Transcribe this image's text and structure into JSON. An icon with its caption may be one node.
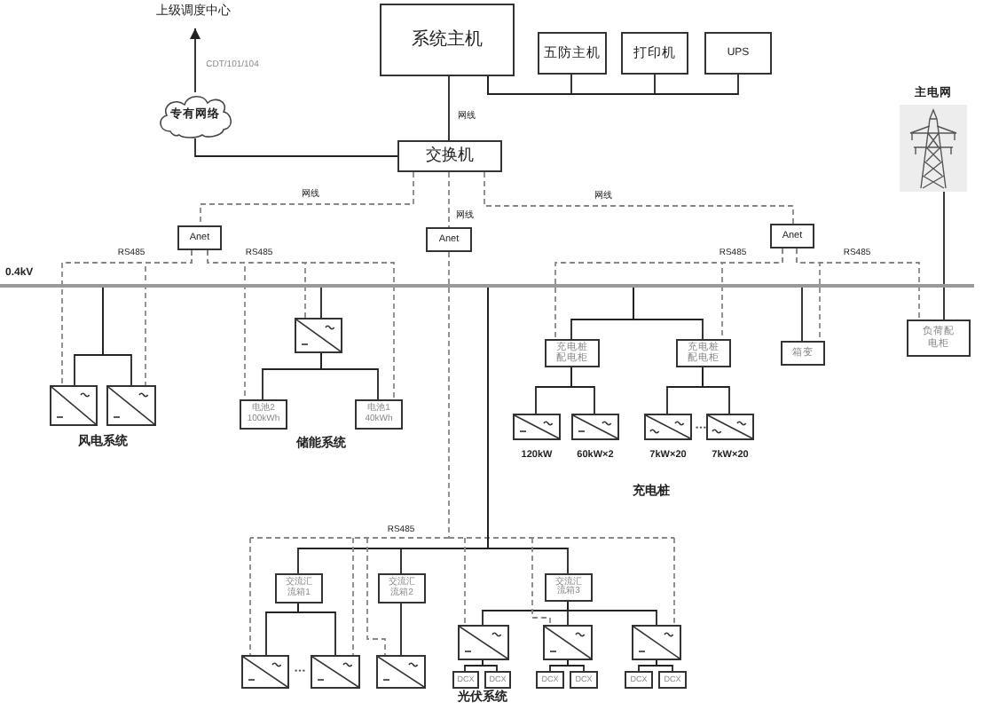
{
  "diagram": {
    "nodes": [
      {
        "text": [
          "上级调度中心"
        ]
      },
      {
        "text": [
          "专有网络"
        ]
      },
      {
        "text": [
          "系统主机"
        ]
      },
      {
        "text": [
          "五防主机"
        ]
      },
      {
        "text": [
          "打印机"
        ]
      },
      {
        "text": [
          "UPS"
        ]
      },
      {
        "text": [
          "交换机"
        ]
      },
      {
        "text": [
          "主电网"
        ]
      },
      {
        "text": [
          "Anet"
        ]
      },
      {
        "text": [
          "Anet"
        ]
      },
      {
        "text": [
          "Anet"
        ]
      },
      {
        "text": [
          "0.4kV"
        ]
      },
      {
        "text": [],
        "shape": "box"
      },
      {
        "text": [],
        "shape": "box"
      },
      {
        "text": [],
        "shape": "box"
      },
      {
        "text": [
          "电池2 100kWh"
        ]
      },
      {
        "text": [
          "电池1 40kWh"
        ]
      },
      {
        "text": [
          "充电桩配电柜"
        ]
      },
      {
        "text": [
          "充电桩配电柜"
        ]
      },
      {
        "text": [
          "箱变"
        ]
      },
      {
        "text": [
          "负荷配电柜"
        ]
      },
      {
        "text": [],
        "shape": "box",
        "beside": [
          "120kW"
        ]
      },
      {
        "text": [],
        "shape": "box",
        "beside": [
          "60kW×2"
        ]
      },
      {
        "text": [],
        "shape": "box",
        "beside": [
          "7kW×20"
        ]
      },
      {
        "text": [],
        "shape": "box",
        "beside": [
          "7kW×20"
        ]
      },
      {
        "text": [
          "交流汇流箱1"
        ]
      },
      {
        "text": [
          "交流汇流箱2"
        ]
      },
      {
        "text": [
          "交流汇流箱3"
        ]
      },
      {
        "text": [],
        "shape": "box"
      },
      {
        "text": [],
        "shape": "box"
      },
      {
        "text": [],
        "shape": "box"
      },
      {
        "text": [],
        "shape": "box"
      },
      {
        "text": [],
        "shape": "box"
      },
      {
        "text": [],
        "shape": "box"
      },
      {
        "text": [
          "DCX"
        ]
      },
      {
        "text": [
          "DCX"
        ]
      },
      {
        "text": [
          "DCX"
        ]
      },
      {
        "text": [
          "DCX"
        ]
      },
      {
        "text": [
          "DCX"
        ]
      },
      {
        "text": [
          "DCX"
        ]
      }
    ],
    "edges": [
      {
        "from": 1,
        "to": 0,
        "arrow": "to",
        "label": "CDT/101/104"
      },
      {
        "from": 6,
        "to": 1,
        "arrow": "none"
      },
      {
        "from": 2,
        "to": 6,
        "arrow": "none",
        "label": "网线"
      },
      {
        "from": 2,
        "to": 3,
        "arrow": "none"
      },
      {
        "from": 2,
        "to": 4,
        "arrow": "none"
      },
      {
        "from": 2,
        "to": 5,
        "arrow": "none"
      },
      {
        "from": 6,
        "to": 8,
        "arrow": "none",
        "label": "网线",
        "style": "dashed",
        "color": "#888888"
      },
      {
        "from": 6,
        "to": 9,
        "arrow": "none",
        "label": "网线",
        "style": "dashed",
        "color": "#888888"
      },
      {
        "from": 6,
        "to": 10,
        "arrow": "none",
        "label": "网线",
        "style": "dashed",
        "color": "#888888"
      },
      {
        "from": 7,
        "to": 20,
        "arrow": "none"
      },
      {
        "from": 11,
        "to": 12,
        "arrow": "none"
      },
      {
        "from": 11,
        "to": 13,
        "arrow": "none"
      },
      {
        "from": 11,
        "to": 14,
        "arrow": "none"
      },
      {
        "from": 14,
        "to": 15,
        "arrow": "none"
      },
      {
        "from": 14,
        "to": 16,
        "arrow": "none"
      },
      {
        "from": 11,
        "to": 17,
        "arrow": "none"
      },
      {
        "from": 11,
        "to": 18,
        "arrow": "none"
      },
      {
        "from": 17,
        "to": 21,
        "arrow": "none"
      },
      {
        "from": 17,
        "to": 22,
        "arrow": "none"
      },
      {
        "from": 18,
        "to": 23,
        "arrow": "none"
      },
      {
        "from": 18,
        "to": 24,
        "arrow": "none"
      },
      {
        "from": 11,
        "to": 19,
        "arrow": "none"
      },
      {
        "from": 11,
        "to": 25,
        "arrow": "none"
      },
      {
        "from": 11,
        "to": 26,
        "arrow": "none"
      },
      {
        "from": 11,
        "to": 27,
        "arrow": "none"
      },
      {
        "from": 25,
        "to": 28,
        "arrow": "none"
      },
      {
        "from": 25,
        "to": 29,
        "arrow": "none"
      },
      {
        "from": 26,
        "to": 30,
        "arrow": "none"
      },
      {
        "from": 27,
        "to": 31,
        "arrow": "none"
      },
      {
        "from": 27,
        "to": 32,
        "arrow": "none"
      },
      {
        "from": 27,
        "to": 33,
        "arrow": "none"
      },
      {
        "from": 31,
        "to": 34,
        "arrow": "none"
      },
      {
        "from": 31,
        "to": 35,
        "arrow": "none"
      },
      {
        "from": 32,
        "to": 36,
        "arrow": "none"
      },
      {
        "from": 32,
        "to": 37,
        "arrow": "none"
      },
      {
        "from": 33,
        "to": 38,
        "arrow": "none"
      },
      {
        "from": 33,
        "to": 39,
        "arrow": "none"
      },
      {
        "from": 8,
        "to": 12,
        "arrow": "none",
        "label": "RS485",
        "style": "dashed",
        "color": "#888888"
      },
      {
        "from": 8,
        "to": 13,
        "arrow": "none",
        "style": "dashed",
        "color": "#888888"
      },
      {
        "from": 8,
        "to": 14,
        "arrow": "none",
        "label": "RS485",
        "style": "dashed",
        "color": "#888888"
      },
      {
        "from": 8,
        "to": 15,
        "arrow": "none",
        "style": "dashed",
        "color": "#888888"
      },
      {
        "from": 8,
        "to": 16,
        "arrow": "none",
        "style": "dashed",
        "color": "#888888"
      },
      {
        "from": 9,
        "to": 28,
        "arrow": "none",
        "label": "RS485",
        "style": "dashed",
        "color": "#888888"
      },
      {
        "from": 9,
        "to": 29,
        "arrow": "none",
        "style": "dashed",
        "color": "#888888"
      },
      {
        "from": 9,
        "to": 30,
        "arrow": "none",
        "style": "dashed",
        "color": "#888888"
      },
      {
        "from": 9,
        "to": 31,
        "arrow": "none",
        "style": "dashed",
        "color": "#888888"
      },
      {
        "from": 9,
        "to": 32,
        "arrow": "none",
        "style": "dashed",
        "color": "#888888"
      },
      {
        "from": 9,
        "to": 33,
        "arrow": "none",
        "style": "dashed",
        "color": "#888888"
      },
      {
        "from": 10,
        "to": 17,
        "arrow": "none",
        "label": "RS485",
        "style": "dashed",
        "color": "#888888"
      },
      {
        "from": 10,
        "to": 18,
        "arrow": "none",
        "style": "dashed",
        "color": "#888888"
      },
      {
        "from": 10,
        "to": 19,
        "arrow": "none",
        "style": "dashed",
        "color": "#888888"
      },
      {
        "from": 10,
        "to": 20,
        "arrow": "none",
        "label": "RS485",
        "style": "dashed",
        "color": "#888888"
      }
    ],
    "labels": [
      "风电系统",
      "储能系统",
      "充电桩",
      "光伏系统"
    ]
  }
}
